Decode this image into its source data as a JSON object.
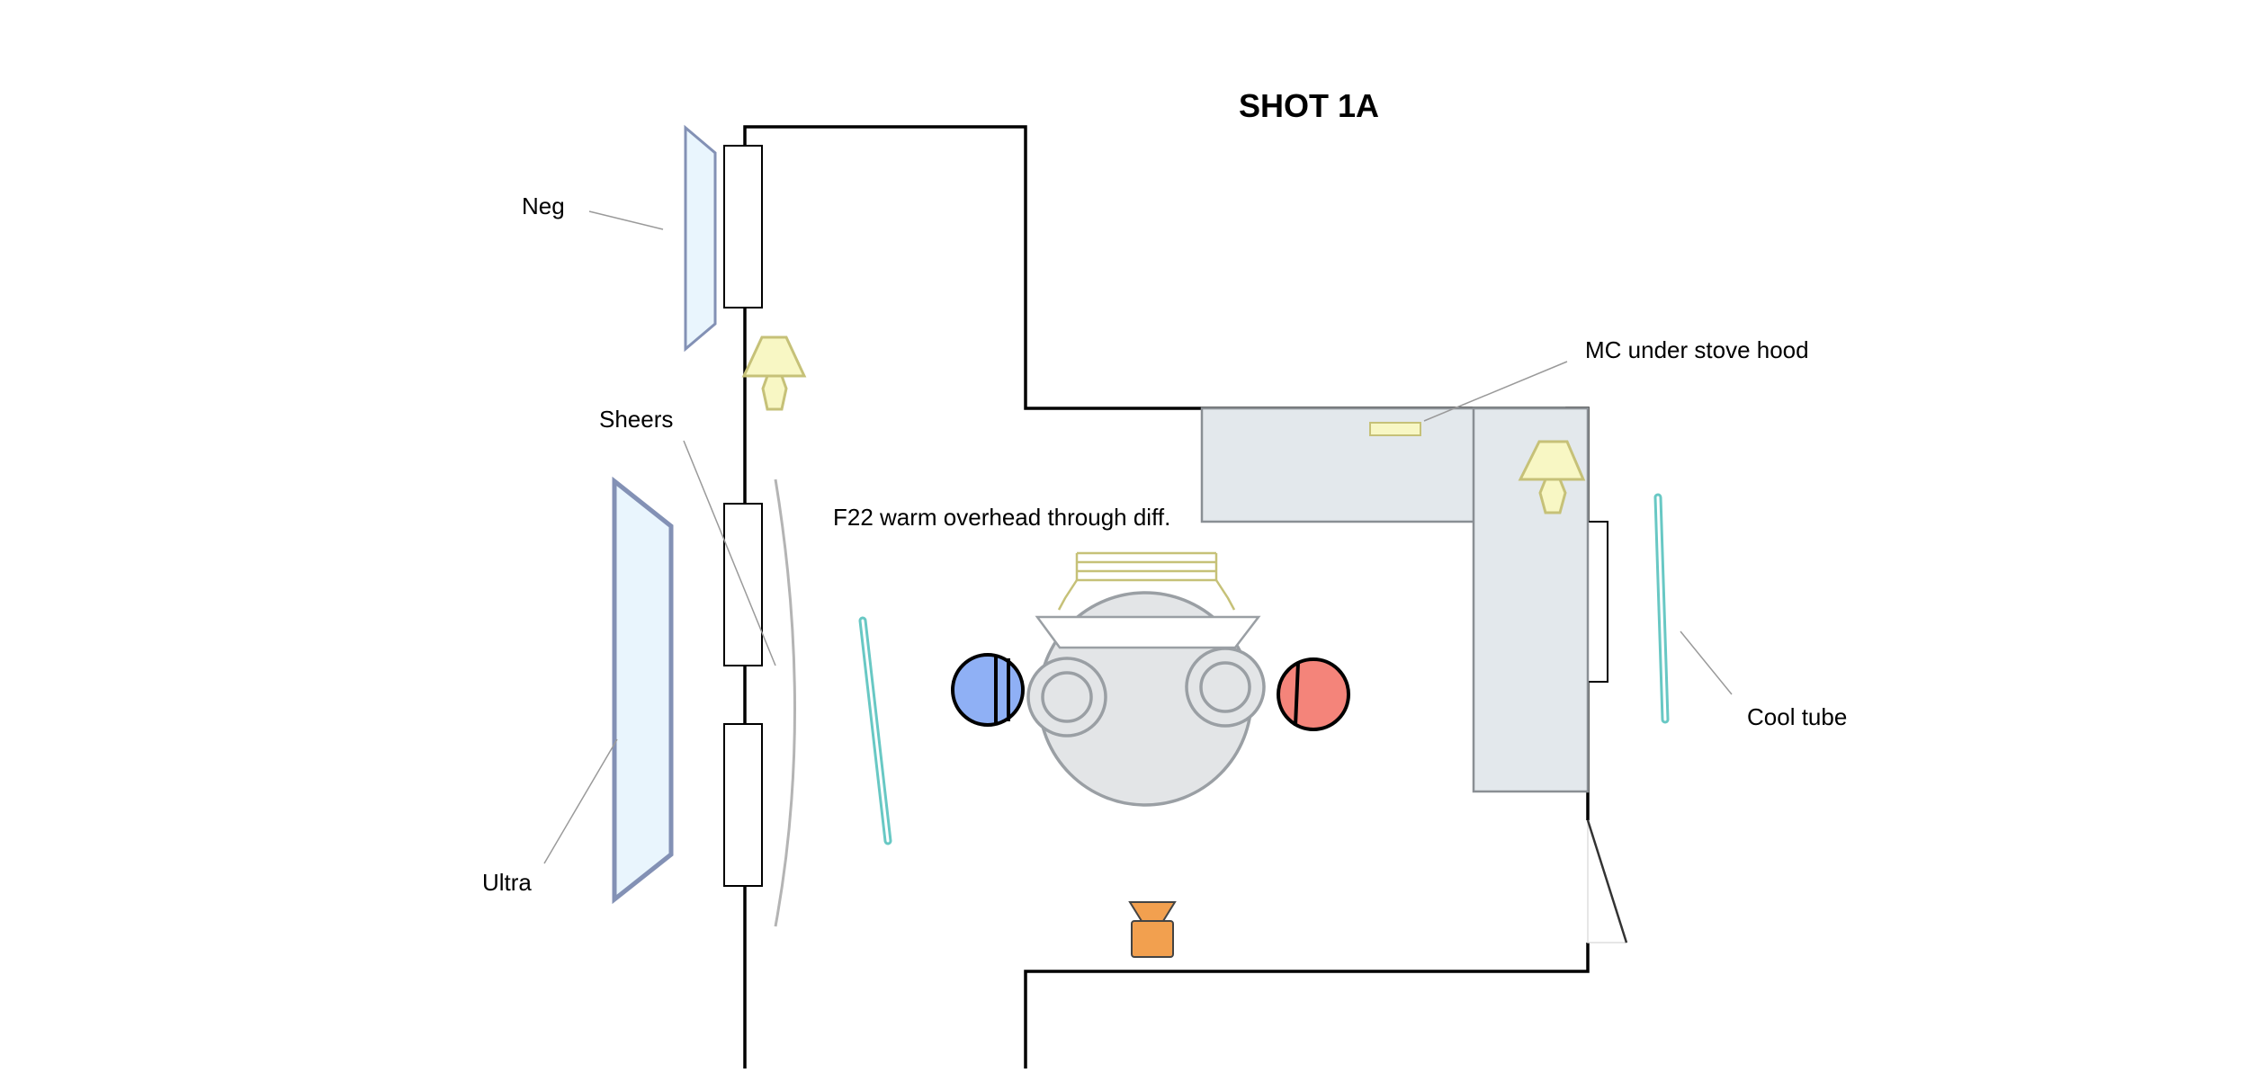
{
  "title": "SHOT 1A",
  "labels": {
    "neg": "Neg",
    "sheers": "Sheers",
    "ultra": "Ultra",
    "f22": "F22 warm overhead through diff.",
    "mc": "MC under stove hood",
    "cool_tube": "Cool tube"
  },
  "colors": {
    "wall": "#000000",
    "counter_fill": "#e3e8ec",
    "counter_stroke": "#8a8f94",
    "flag_fill": "#e9f5fd",
    "flag_stroke": "#8391b5",
    "lamp_fill": "#f8f7c4",
    "lamp_stroke": "#c6c178",
    "tube_stroke": "#68c8c4",
    "actor_blue": "#8fb0f5",
    "actor_red": "#f4847a",
    "camera": "#f2a04f",
    "table_fill": "#e3e5e7",
    "table_stroke": "#9a9fa4"
  },
  "icons": [
    "negative-fill-flag",
    "ultra-bounce-flag",
    "practical-lamp",
    "cool-tube-light",
    "f22-overhead-light",
    "mc-light",
    "camera-icon",
    "actor-blue",
    "actor-red",
    "sheers-curtain",
    "table-with-chairs"
  ]
}
